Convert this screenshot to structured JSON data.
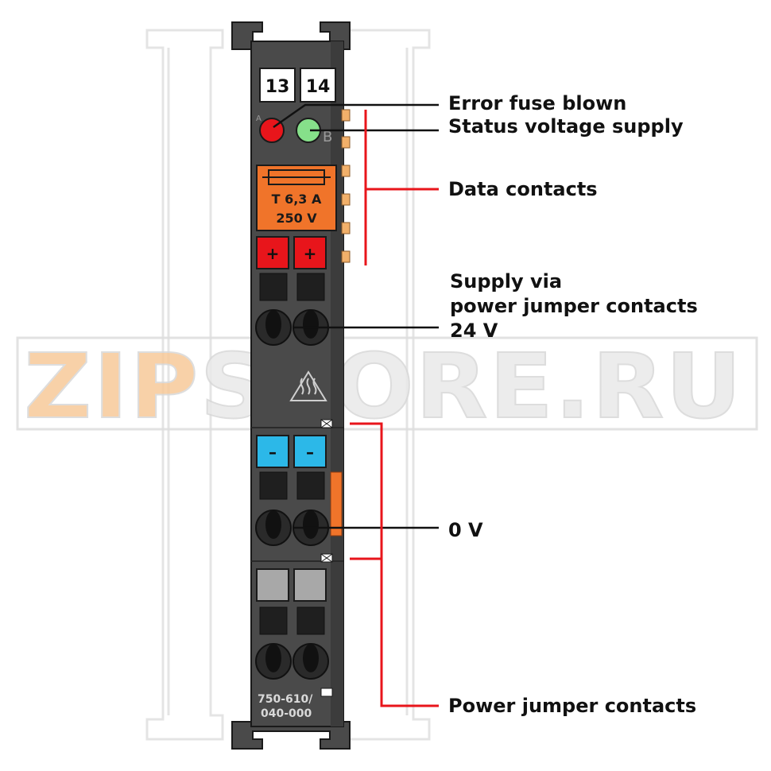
{
  "terminal_numbers": [
    "13",
    "14"
  ],
  "led_labels": {
    "a": "A",
    "b": "B"
  },
  "fuse": {
    "line1": "T 6,3 A",
    "line2": "250 V"
  },
  "polarity": {
    "plus": "+",
    "minus": "–"
  },
  "part_number": {
    "line1": "750-610/",
    "line2": "040-000"
  },
  "labels": {
    "error_fuse": "Error fuse blown",
    "status_supply": "Status voltage supply",
    "data_contacts": "Data contacts",
    "supply_line1": "Supply via",
    "supply_line2": "power jumper contacts",
    "supply_line3": "24 V",
    "zero_v": "0 V",
    "power_jumper": "Power jumper contacts"
  },
  "watermark": {
    "part1": "ZIP",
    "part2": "STORE.RU"
  },
  "colors": {
    "housing": "#4a4a4a",
    "led_error": "#e8151b",
    "led_status": "#86e08a",
    "fuse_panel": "#f0742a",
    "plus_terminal": "#e8151b",
    "minus_terminal": "#2cb8e8",
    "neutral_terminal": "#a8a8a8",
    "callout_red": "#e8151b",
    "data_contact": "#f2b06a"
  }
}
